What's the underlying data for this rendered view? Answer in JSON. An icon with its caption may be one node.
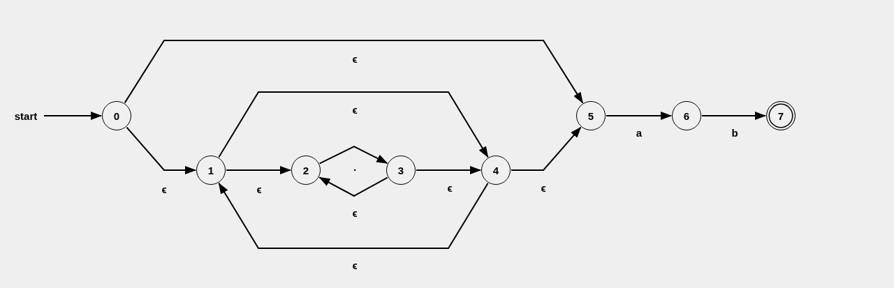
{
  "diagram": {
    "nodes": [
      {
        "text": [
          "start"
        ]
      },
      {
        "text": [
          "0"
        ]
      },
      {
        "text": [
          "1"
        ]
      },
      {
        "text": [
          "2"
        ]
      },
      {
        "text": [
          "3"
        ]
      },
      {
        "text": [
          "4"
        ]
      },
      {
        "text": [
          "5"
        ]
      },
      {
        "text": [
          "6"
        ]
      },
      {
        "text": [
          "7"
        ]
      }
    ],
    "edges": [
      {
        "from": 0,
        "to": 1,
        "arrow": "to"
      },
      {
        "from": 1,
        "to": 6,
        "arrow": "to",
        "label": "ϵ"
      },
      {
        "from": 1,
        "to": 2,
        "arrow": "to",
        "label": "ϵ"
      },
      {
        "from": 2,
        "to": 3,
        "arrow": "to",
        "label": "ϵ"
      },
      {
        "from": 2,
        "to": 5,
        "arrow": "to",
        "label": "ϵ"
      },
      {
        "from": 3,
        "to": 4,
        "arrow": "to",
        "label": "."
      },
      {
        "from": 4,
        "to": 3,
        "arrow": "to",
        "label": "ϵ"
      },
      {
        "from": 4,
        "to": 5,
        "arrow": "to",
        "label": "ϵ"
      },
      {
        "from": 5,
        "to": 2,
        "arrow": "to",
        "label": "ϵ"
      },
      {
        "from": 5,
        "to": 6,
        "arrow": "to",
        "label": "ϵ"
      },
      {
        "from": 6,
        "to": 7,
        "arrow": "to",
        "label": "a"
      },
      {
        "from": 7,
        "to": 8,
        "arrow": "to",
        "label": "b"
      }
    ]
  }
}
